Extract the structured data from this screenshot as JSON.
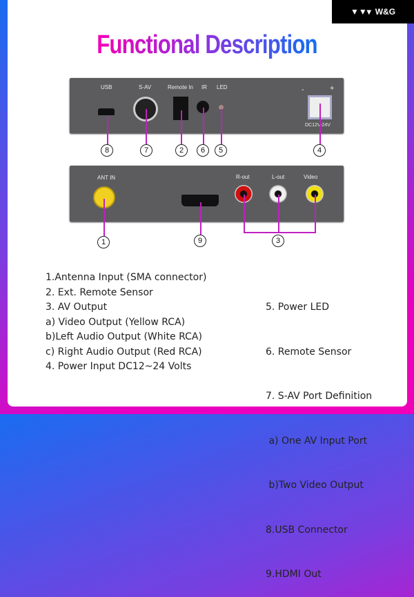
{
  "brand": {
    "name": "W&G",
    "logo": "wing-logo-icon"
  },
  "title": "Functional Description",
  "rear_panel": {
    "labels": {
      "usb": "USB",
      "sav": "S-AV",
      "remote": "Remote In",
      "ir": "IR",
      "led": "LED",
      "minus": "-",
      "plus": "+",
      "dc": "DC12V-24V"
    },
    "markers": [
      "8",
      "7",
      "2",
      "6",
      "5",
      "4"
    ]
  },
  "front_panel": {
    "labels": {
      "ant": "ANT IN",
      "rout": "R-out",
      "lout": "L-out",
      "video": "Video"
    },
    "markers": [
      "1",
      "9",
      "3"
    ]
  },
  "description_left": [
    "1.Antenna Input (SMA connector)",
    "2. Ext. Remote Sensor",
    "3. AV Output",
    "a) Video Output (Yellow RCA)",
    "b)Left Audio Output (White RCA)",
    "c) Right Audio Output (Red RCA)",
    "4. Power Input DC12~24 Volts"
  ],
  "description_right": [
    "5. Power LED",
    "6. Remote Sensor",
    "7. S-AV Port Definition",
    " a) One AV Input Port",
    " b)Two Video Output",
    "8.USB Connector",
    "9.HDMI Out"
  ]
}
